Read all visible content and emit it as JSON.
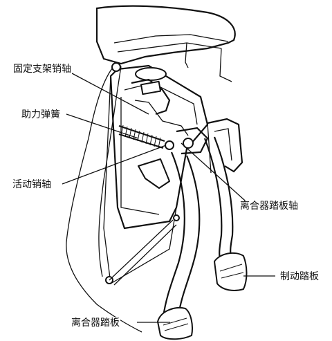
{
  "labels": {
    "fixed_bracket_pin": "固定支架销轴",
    "assist_spring": "助力弹簧",
    "movable_pin": "活动销轴",
    "clutch_pedal_shaft": "离合器踏板轴",
    "brake_pedal": "制动踏板",
    "clutch_pedal": "离合器踏板"
  }
}
